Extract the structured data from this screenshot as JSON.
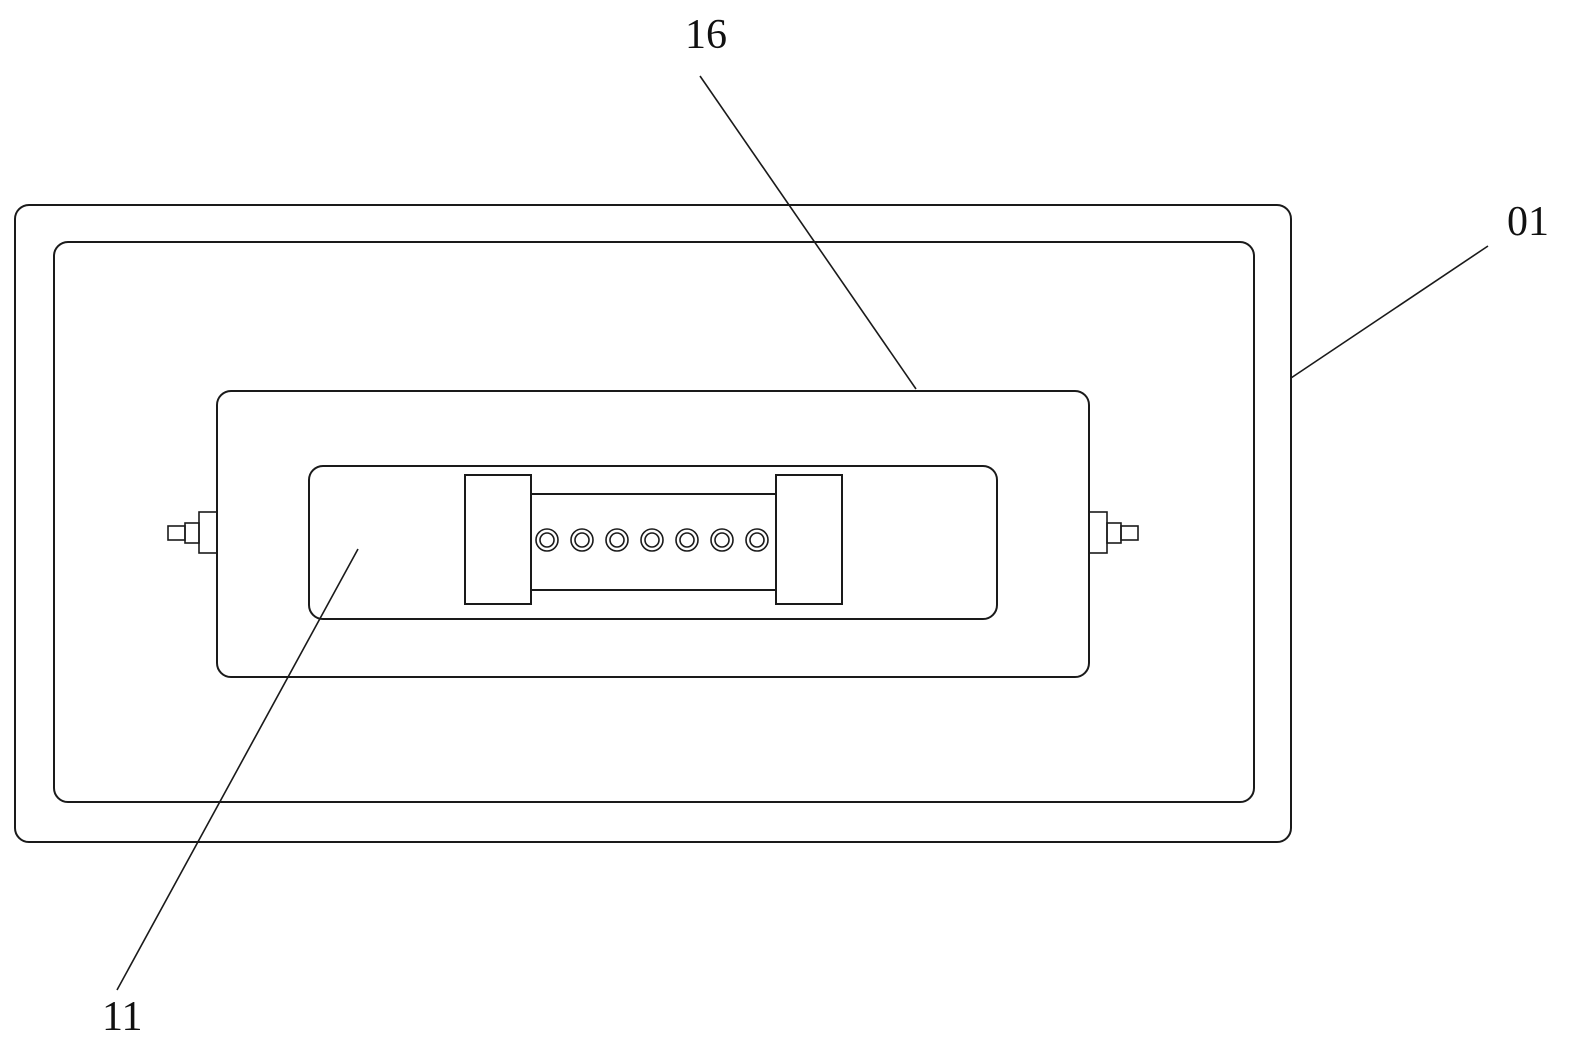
{
  "labels": {
    "l16": "16",
    "l01": "01",
    "l11": "11"
  },
  "colors": {
    "line": "#1a1a1a",
    "background": "#ffffff"
  }
}
